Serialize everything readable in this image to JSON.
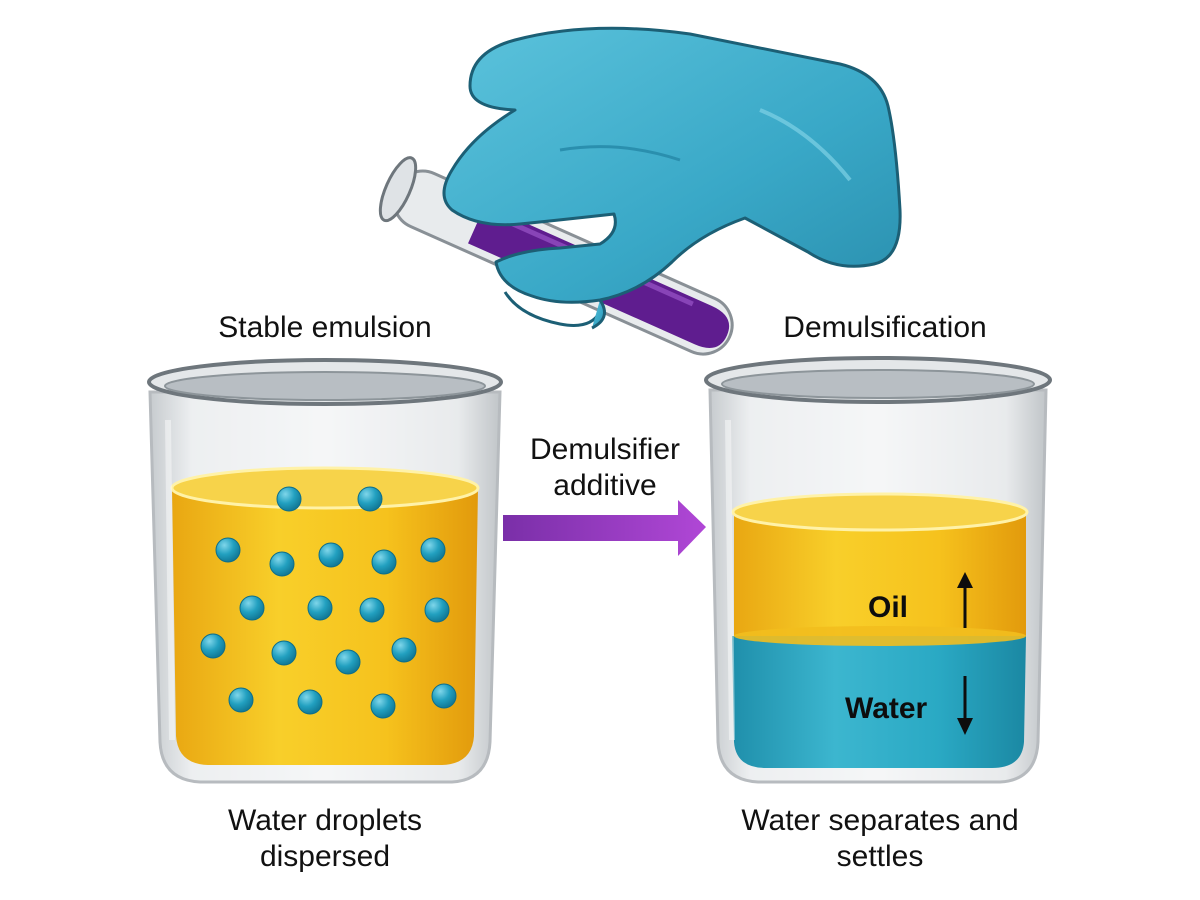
{
  "labels": {
    "left_title": "Stable emulsion",
    "right_title": "Demulsification",
    "arrow_line1": "Demulsifier",
    "arrow_line2": "additive",
    "left_caption_line1": "Water droplets",
    "left_caption_line2": "dispersed",
    "right_caption_line1": "Water separates and",
    "right_caption_line2": "settles",
    "oil_layer": "Oil",
    "water_layer": "Water"
  },
  "colors": {
    "oil": "#f6c21d",
    "oil_dark": "#e59f0c",
    "water": "#2aa9c4",
    "droplet": "#1e9bbf",
    "glove": "#3fb0cf",
    "additive": "#6a1f9a",
    "arrow": "#9b3fc6",
    "glass": "#c9ced3"
  },
  "icons": [
    "gloved-hand-icon",
    "test-tube-icon",
    "beaker-icon",
    "arrow-up-icon",
    "arrow-down-icon"
  ]
}
